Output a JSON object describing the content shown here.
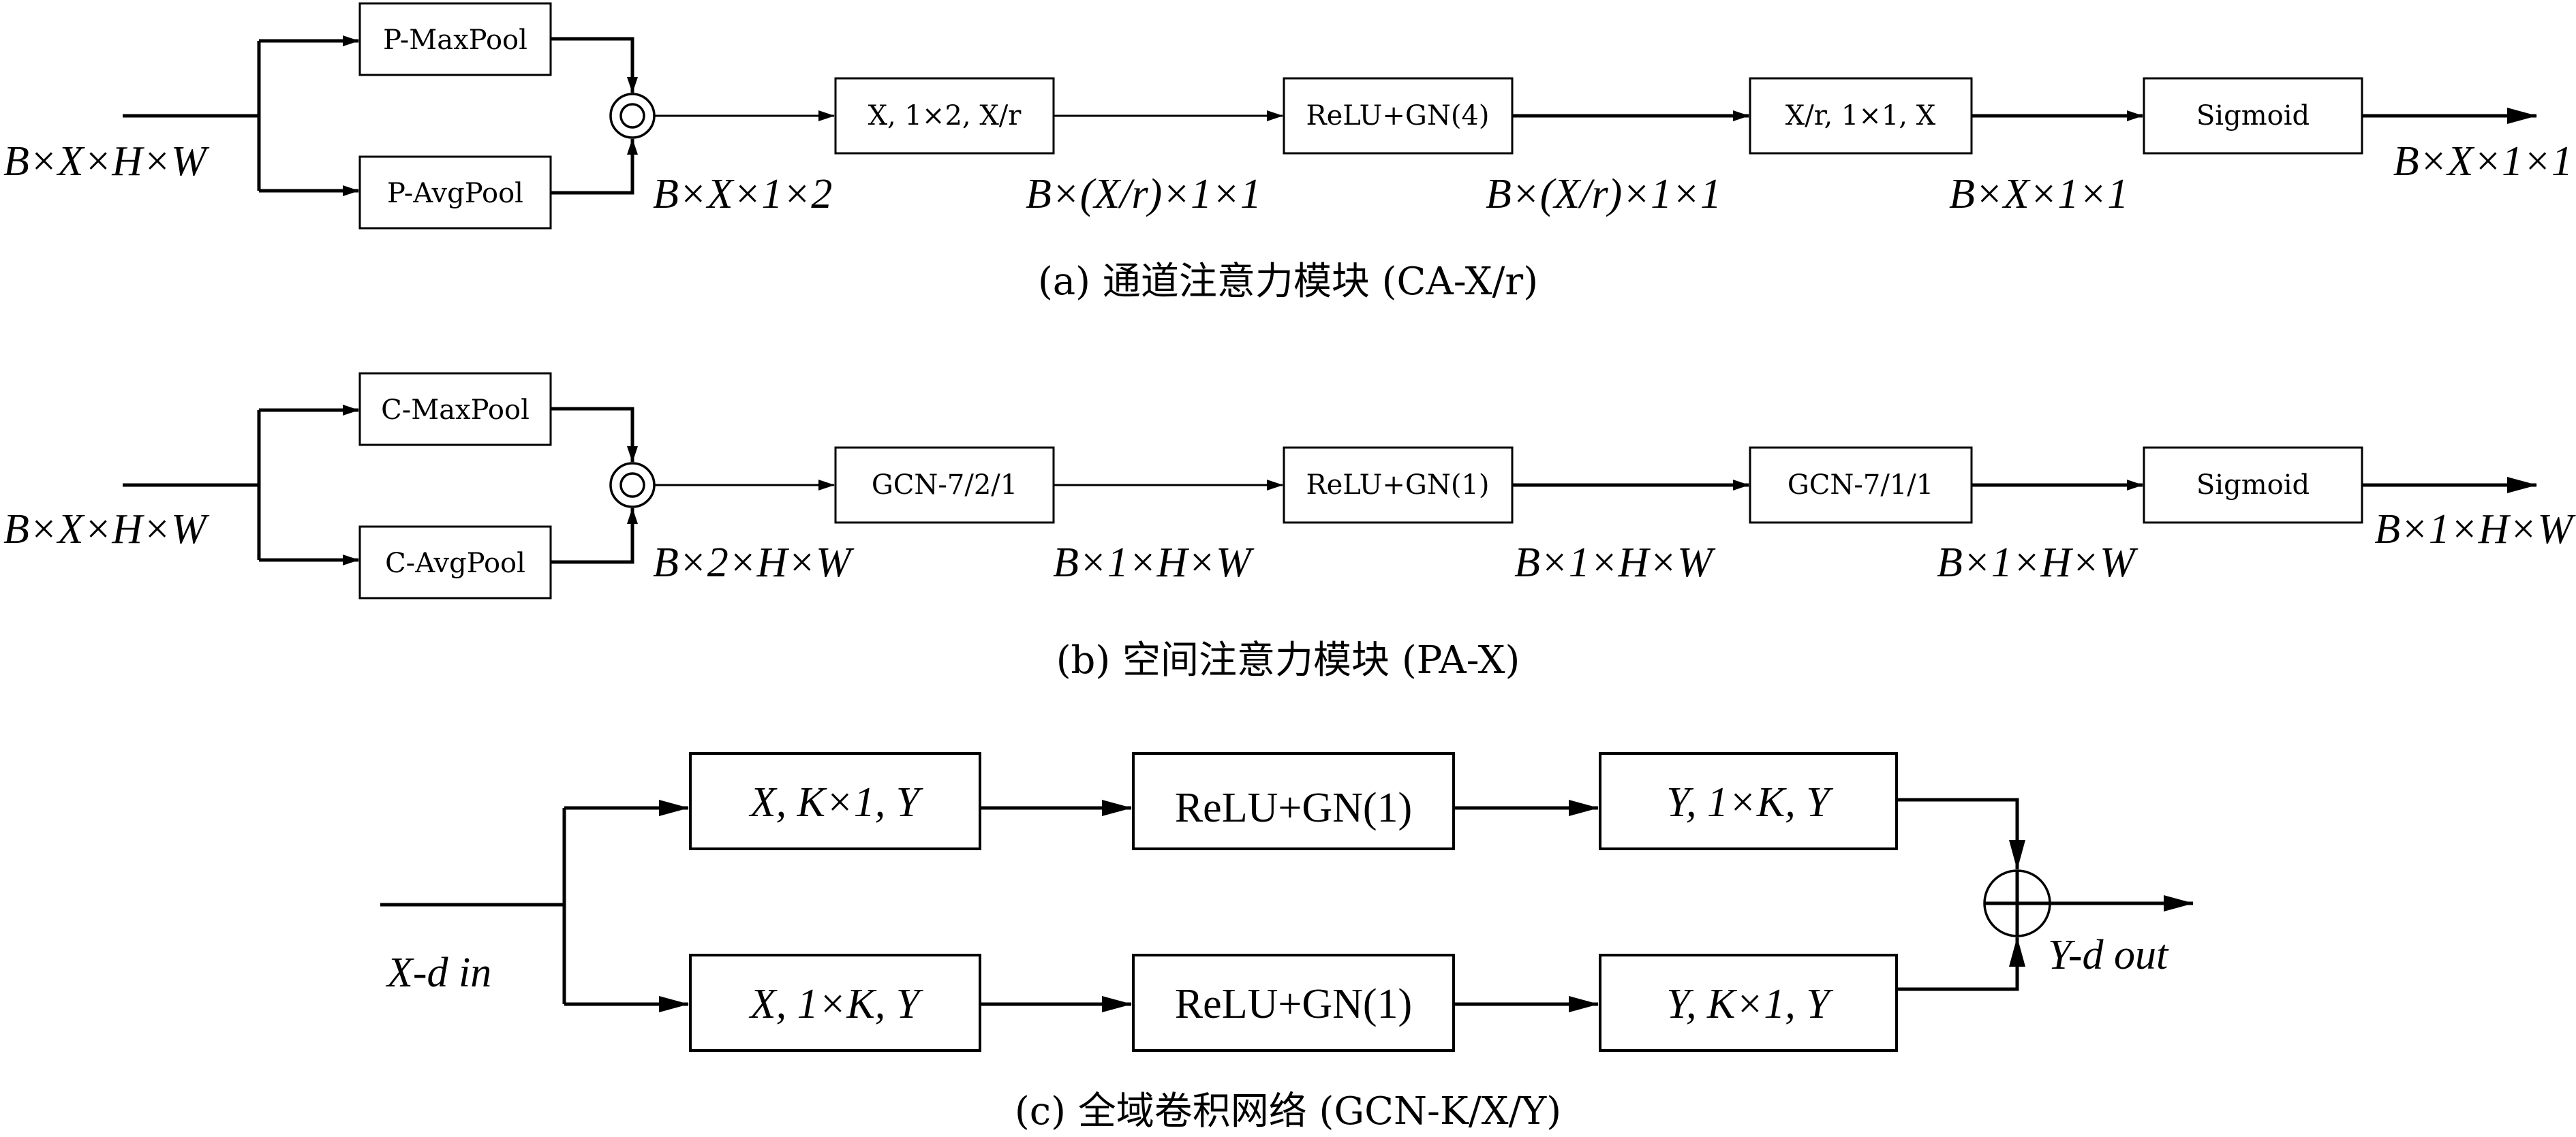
{
  "colors": {
    "ink": "#000000",
    "background": "#ffffff"
  },
  "panel_a": {
    "input_dim": "B×X×H×W",
    "pool_top": "P-MaxPool",
    "pool_bottom": "P-AvgPool",
    "merge_op": "concat-circle",
    "dim_after_merge": "B×X×1×2",
    "conv1": "X, 1×2, X/r",
    "dim_after_conv1": "B×(X/r)×1×1",
    "act": "ReLU+GN(4)",
    "dim_after_act": "B×(X/r)×1×1",
    "conv2": "X/r, 1×1, X",
    "dim_after_conv2": "B×X×1×1",
    "sigmoid": "Sigmoid",
    "output_dim": "B×X×1×1",
    "caption": "(a) 通道注意力模块 (CA-X/r)"
  },
  "panel_b": {
    "input_dim": "B×X×H×W",
    "pool_top": "C-MaxPool",
    "pool_bottom": "C-AvgPool",
    "merge_op": "concat-circle",
    "dim_after_merge": "B×2×H×W",
    "conv1": "GCN-7/2/1",
    "dim_after_conv1": "B×1×H×W",
    "act": "ReLU+GN(1)",
    "dim_after_act": "B×1×H×W",
    "conv2": "GCN-7/1/1",
    "dim_after_conv2": "B×1×H×W",
    "sigmoid": "Sigmoid",
    "output_dim": "B×1×H×W",
    "caption": "(b) 空间注意力模块 (PA-X)"
  },
  "panel_c": {
    "input_label": "X-d in",
    "top_conv1": "X, K×1, Y",
    "top_act": "ReLU+GN(1)",
    "top_conv2": "Y, 1×K, Y",
    "bottom_conv1": "X, 1×K, Y",
    "bottom_act": "ReLU+GN(1)",
    "bottom_conv2": "Y, K×1, Y",
    "sum_op": "sum-circle",
    "output_label": "Y-d out",
    "caption": "(c) 全域卷积网络 (GCN-K/X/Y)"
  }
}
